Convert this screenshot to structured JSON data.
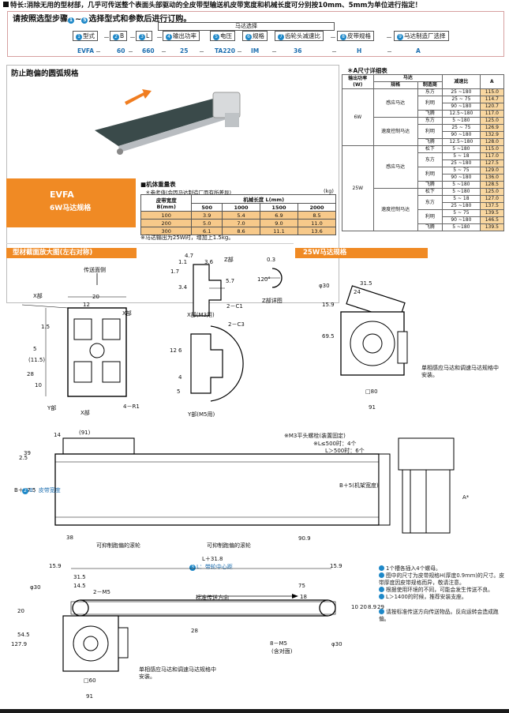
{
  "feature": {
    "label": "特长:",
    "text": "消除无用的型材部，几乎可传送整个表面头部驱动的全皮带型输送机皮带宽度和机械长度可分别按10mm、5mm为单位进行指定！"
  },
  "order": {
    "title": "请按照选型步骤",
    "title_num1": "1",
    "title_mid": "~",
    "title_num2": "5",
    "title_tail": "选择型式和参数后进行订购。",
    "motor_select": "马达选择",
    "steps": [
      {
        "num": "1",
        "label": "型式",
        "code": "EVFA"
      },
      {
        "num": "2",
        "label": "B",
        "code": "60"
      },
      {
        "num": "3",
        "label": "L",
        "code": "660"
      },
      {
        "num": "4",
        "label": "输出功率",
        "code": "25"
      },
      {
        "num": "5",
        "label": "电压",
        "code": "TA220"
      },
      {
        "num": "6",
        "label": "规格",
        "code": "IM"
      },
      {
        "num": "7",
        "label": "齿轮头减速比",
        "code": "36"
      },
      {
        "num": "8",
        "label": "皮带规格",
        "code": "H"
      },
      {
        "num": "9",
        "label": "马达制造厂选择",
        "code": "A"
      }
    ]
  },
  "left_section": {
    "title": "防止跑偏的圆弧规格",
    "model": "EVFA",
    "model_sub": "6W马达规格"
  },
  "weight_table": {
    "title": "机体重量表",
    "note": "＊参考值(会因马达制造厂而有所差异)",
    "unit": "(kg)",
    "col1": "皮带宽度",
    "col1b": "B(mm)",
    "group": "机械长度 L(mm)",
    "lengths": [
      "500",
      "1000",
      "1500",
      "2000"
    ],
    "rows": [
      {
        "b": "100",
        "v": [
          "3.9",
          "5.4",
          "6.9",
          "8.5"
        ]
      },
      {
        "b": "200",
        "v": [
          "5.0",
          "7.0",
          "9.0",
          "11.0"
        ]
      },
      {
        "b": "300",
        "v": [
          "6.1",
          "8.6",
          "11.1",
          "13.6"
        ]
      }
    ],
    "footnote": "※马达输出为25W时，增加上1.5kg。"
  },
  "a_table": {
    "title": "＊A尺寸详细表",
    "h_power": "输出功率",
    "h_power_unit": "(W)",
    "h_motor": "马达",
    "h_spec": "规格",
    "h_maker": "制造商",
    "h_ratio": "减速比",
    "h_a": "A",
    "groups": [
      {
        "power": "6W",
        "specs": [
          {
            "spec": "感应马达",
            "rows": [
              {
                "maker": "东方",
                "ratio": "25 ~180",
                "a": "115.0"
              },
              {
                "maker": "利明",
                "ratio": "25 ~ 75",
                "a": "114.7"
              },
              {
                "maker": "",
                "ratio": "90 ~180",
                "a": "120.7"
              },
              {
                "maker": "飞腾",
                "ratio": "12.5~180",
                "a": "117.0"
              }
            ]
          },
          {
            "spec": "速度控制马达",
            "rows": [
              {
                "maker": "东方",
                "ratio": "5 ~180",
                "a": "125.0"
              },
              {
                "maker": "利明",
                "ratio": "25 ~ 75",
                "a": "126.9"
              },
              {
                "maker": "",
                "ratio": "90 ~180",
                "a": "132.9"
              },
              {
                "maker": "飞腾",
                "ratio": "12.5~180",
                "a": "128.0"
              }
            ]
          }
        ]
      },
      {
        "power": "25W",
        "specs": [
          {
            "spec": "感应马达",
            "rows": [
              {
                "maker": "松下",
                "ratio": "5 ~180",
                "a": "115.0"
              },
              {
                "maker": "东方",
                "ratio": "5 ~ 18",
                "a": "117.0"
              },
              {
                "maker": "",
                "ratio": "25 ~180",
                "a": "127.5"
              },
              {
                "maker": "利明",
                "ratio": "5 ~ 75",
                "a": "129.0"
              },
              {
                "maker": "",
                "ratio": "90 ~180",
                "a": "136.0"
              },
              {
                "maker": "飞腾",
                "ratio": "5 ~180",
                "a": "128.5"
              }
            ]
          },
          {
            "spec": "速度控制马达",
            "rows": [
              {
                "maker": "松下",
                "ratio": "5 ~180",
                "a": "125.0"
              },
              {
                "maker": "东方",
                "ratio": "5 ~ 18",
                "a": "127.0"
              },
              {
                "maker": "",
                "ratio": "25 ~180",
                "a": "137.5"
              },
              {
                "maker": "利明",
                "ratio": "5 ~ 75",
                "a": "139.5"
              },
              {
                "maker": "",
                "ratio": "90 ~180",
                "a": "146.5"
              },
              {
                "maker": "飞腾",
                "ratio": "5 ~180",
                "a": "139.5"
              }
            ]
          }
        ]
      }
    ]
  },
  "profile": {
    "banner": "型材截面放大图(左右对称)",
    "transport_side": "传送面侧",
    "x_part": "X部",
    "y_part": "Y部",
    "x_part_m3": "X部(M3用)",
    "y_part_m5": "Y部(M5用)",
    "z_part": "Z部",
    "z_detail": "Z部详图",
    "r1": "4－R1",
    "c1": "2－C1",
    "c3": "2－C3",
    "dims": {
      "d20": "20",
      "d12": "12",
      "d5": "5",
      "d11_5": "(11.5)",
      "d28": "28",
      "d10": "10",
      "d1_5": "1.5",
      "d1_1": "1.1",
      "d4_7": "4.7",
      "d3_6": "3.6",
      "d1_7": "1.7",
      "d3_4": "3.4",
      "d5_7": "5.7",
      "d0_3": "0.3",
      "d120": "120°",
      "d12_5": "12",
      "d6": "6",
      "d4": "4",
      "d5b": "5"
    }
  },
  "spec25": {
    "banner": "25W马达规格",
    "phi30": "φ30",
    "d31_5": "31.5",
    "d24": "24",
    "d15_9": "15.9",
    "d69_5": "69.5",
    "sq80": "□80",
    "d91": "91",
    "note": "单相感应马达和调速马达规格中安装。"
  },
  "front": {
    "d14": "14",
    "d91p": "(91)",
    "d39": "39",
    "d2_5": "2.5",
    "b47": "B＋47.5",
    "belt_width": "B：皮带宽度",
    "b_num": "2",
    "d38": "38",
    "d90_9": "90.9",
    "roller1": "可抑制跑偏的滚轮",
    "roller2": "可抑制跑偏的滚轮",
    "m3_note": "※M3平头螺栓(装置固定)",
    "l500a": "※L≤500时：4个",
    "l500b": "L＞500时：6个",
    "b5": "B＋5(机架宽度)",
    "a_star": "A*"
  },
  "side": {
    "l31_8": "L＋31.8",
    "l_center": "L：带轮中心距",
    "l_num": "3",
    "d15_9": "15.9",
    "d31_5": "31.5",
    "d14_5": "14.5",
    "m5": "2－M5",
    "phi30": "φ30",
    "d15_9b": "15.9",
    "d20": "20",
    "d54_5": "54.5",
    "d127_9": "127.9",
    "direction": "标准传送方向",
    "d28": "28",
    "d75": "75",
    "d18": "18",
    "d10": "10",
    "d20b": "20",
    "d8_9": "8.9",
    "d29": "29",
    "m5b": "8－M5",
    "m5b_note": "(含对面)",
    "phi30b": "φ30",
    "sq60": "□60",
    "d91": "91",
    "note": "单相感应马达和调速马达规格中安装。"
  },
  "notes": [
    "1个槽各插入4个螺母。",
    "图中的尺寸为皮带规格H(厚度0.9mm)的尺寸。皮带厚度因皮带规格而异，敬请注意。",
    "根据使用环境的不同，可能会发生传送不良。",
    "L＞1400的时候，推荐安装支座。",
    "请按标准传送方向传送物品。反向运转会造成跑偏。"
  ]
}
